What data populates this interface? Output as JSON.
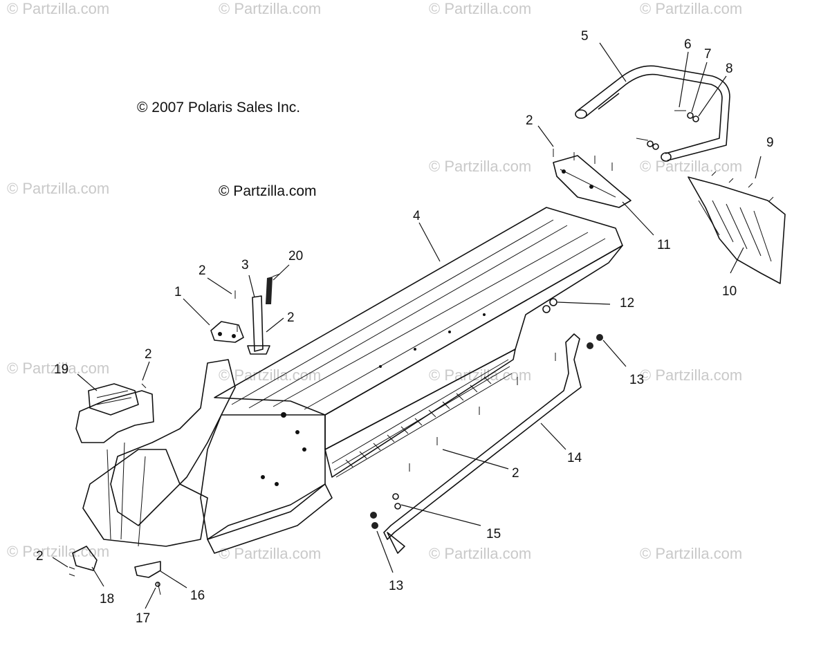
{
  "watermark": "© Partzilla.com",
  "copyright": "© 2007 Polaris Sales Inc.",
  "center_watermark": "© Partzilla.com",
  "callouts": [
    {
      "id": "c1",
      "text": "1"
    },
    {
      "id": "c2a",
      "text": "2"
    },
    {
      "id": "c2b",
      "text": "2"
    },
    {
      "id": "c2c",
      "text": "2"
    },
    {
      "id": "c2d",
      "text": "2"
    },
    {
      "id": "c2e",
      "text": "2"
    },
    {
      "id": "c2f",
      "text": "2"
    },
    {
      "id": "c3",
      "text": "3"
    },
    {
      "id": "c4",
      "text": "4"
    },
    {
      "id": "c5",
      "text": "5"
    },
    {
      "id": "c6",
      "text": "6"
    },
    {
      "id": "c7",
      "text": "7"
    },
    {
      "id": "c8",
      "text": "8"
    },
    {
      "id": "c9",
      "text": "9"
    },
    {
      "id": "c10",
      "text": "10"
    },
    {
      "id": "c11",
      "text": "11"
    },
    {
      "id": "c12",
      "text": "12"
    },
    {
      "id": "c13a",
      "text": "13"
    },
    {
      "id": "c13b",
      "text": "13"
    },
    {
      "id": "c14",
      "text": "14"
    },
    {
      "id": "c15",
      "text": "15"
    },
    {
      "id": "c16",
      "text": "16"
    },
    {
      "id": "c17",
      "text": "17"
    },
    {
      "id": "c18",
      "text": "18"
    },
    {
      "id": "c19",
      "text": "19"
    },
    {
      "id": "c20",
      "text": "20"
    }
  ]
}
